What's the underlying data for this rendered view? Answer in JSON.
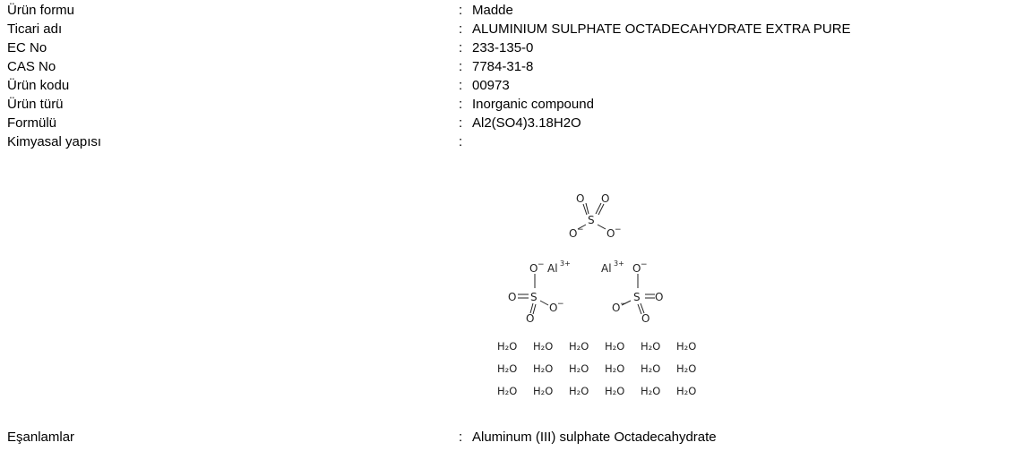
{
  "fields": [
    {
      "label": "Ürün formu",
      "value": "Madde"
    },
    {
      "label": "Ticari adı",
      "value": "ALUMINIUM SULPHATE OCTADECAHYDRATE EXTRA PURE"
    },
    {
      "label": "EC No",
      "value": "233-135-0"
    },
    {
      "label": "CAS No",
      "value": "7784-31-8"
    },
    {
      "label": "Ürün kodu",
      "value": "00973"
    },
    {
      "label": "Ürün türü",
      "value": "Inorganic compound"
    },
    {
      "label": "Formülü",
      "value": "Al2(SO4)3.18H2O"
    },
    {
      "label": "Kimyasal yapısı",
      "value": ""
    },
    {
      "label": "Eşanlamlar",
      "value": "Aluminum (III) sulphate Octadecahydrate"
    }
  ],
  "separator": ":",
  "structure": {
    "oxygen": "O",
    "sulfur": "S",
    "charge": "−",
    "aluminium": "Al",
    "al_charge": "3+",
    "water": "H₂O"
  }
}
